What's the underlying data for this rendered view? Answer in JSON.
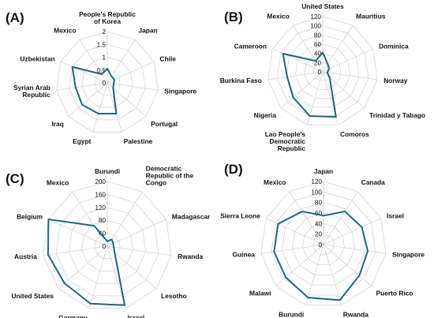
{
  "chart_data": [
    {
      "type": "radar",
      "panel_label": "(A)",
      "categories": [
        "People's Republic\nof Korea",
        "Japan",
        "Chile",
        "Singapore",
        "Portugal",
        "Palestine",
        "Egypt",
        "Iraq",
        "Syrian Arab\nRepublic",
        "Uzbekistan",
        "Mexico"
      ],
      "ticks": [
        "0",
        "0.5",
        "1",
        "1.5",
        "2"
      ],
      "rlim": [
        0,
        2
      ],
      "values": [
        0.55,
        0.3,
        0.3,
        0.25,
        0.3,
        1.25,
        1.25,
        1.3,
        1.25,
        1.5,
        0.4
      ],
      "grid": true,
      "color": "#1f6680"
    },
    {
      "type": "radar",
      "panel_label": "(B)",
      "categories": [
        "United States",
        "Mauritius",
        "Dominica",
        "Norway",
        "Trinidad y Tabago",
        "Comoros",
        "Lao People's\nDemocratic\nRepublic",
        "Nigeria",
        "Burkina Faso",
        "Cameroon",
        "Mexico"
      ],
      "ticks": [
        "0",
        "20",
        "40",
        "60",
        "80",
        "100",
        "120"
      ],
      "rlim": [
        0,
        120
      ],
      "values": [
        42,
        20,
        15,
        10,
        20,
        102,
        100,
        85,
        78,
        95,
        28
      ],
      "grid": true,
      "color": "#1f6680"
    },
    {
      "type": "radar",
      "panel_label": "(C)",
      "categories": [
        "Burundi",
        "Democratic\nRepublic of the\nCongo",
        "Madagascar",
        "Rwanda",
        "Lesotho",
        "Israel",
        "Germany",
        "United States",
        "Austria",
        "Belgium",
        "Mexico"
      ],
      "ticks": [
        "0",
        "40",
        "80",
        "120",
        "160",
        "200"
      ],
      "rlim": [
        0,
        200
      ],
      "values": [
        15,
        25,
        20,
        20,
        30,
        190,
        185,
        175,
        185,
        200,
        75
      ],
      "grid": true,
      "color": "#1f6680"
    },
    {
      "type": "radar",
      "panel_label": "(D)",
      "categories": [
        "Japan",
        "Canada",
        "Israel",
        "Singapore",
        "Puerto Rico",
        "Rwanda",
        "Burundi",
        "Malawi",
        "Guinea",
        "Sierra Leone",
        "Mexico"
      ],
      "ticks": [
        "0",
        "20",
        "40",
        "60",
        "80",
        "100",
        "120"
      ],
      "rlim": [
        0,
        120
      ],
      "values": [
        55,
        75,
        80,
        85,
        90,
        110,
        105,
        95,
        95,
        95,
        75
      ],
      "grid": true,
      "color": "#1f6680"
    }
  ]
}
